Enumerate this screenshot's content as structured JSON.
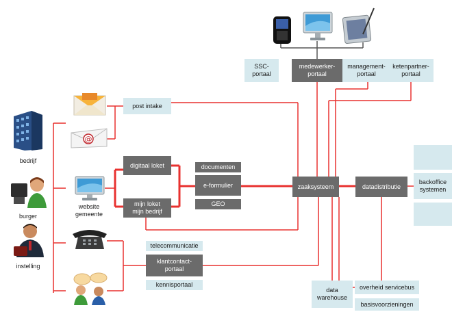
{
  "devices": {
    "phone": "smartphone-icon",
    "monitor": "monitor-icon",
    "tablet": "tablet-pen-icon"
  },
  "portals": {
    "ssc": "SSC-\nportaal",
    "medewerker": "medewerker-\nportaal",
    "management": "management-\nportaal",
    "ketenpartner": "ketenpartner-\nportaal"
  },
  "actors": {
    "bedrijf": "bedrijf",
    "burger": "burger",
    "instelling": "instelling"
  },
  "channels": {
    "website": "website\ngemeente"
  },
  "boxes": {
    "post_intake": "post intake",
    "digitaal_loket": "digitaal loket",
    "mijn_loket": "mijn loket\nmijn bedrijf",
    "documenten": "documenten",
    "e_formulier": "e-formulier",
    "geo": "GEO",
    "zaaksysteem": "zaaksysteem",
    "datadistributie": "datadistributie",
    "backoffice": "backoffice\nsystemen",
    "telecommunicatie": "telecommunicatie",
    "klantcontact": "klantcontact-\nportaal",
    "kennisportaal": "kennisportaal",
    "data_warehouse": "data\nwarehouse",
    "overheid_servicebus": "overheid servicebus",
    "basisvoorzieningen": "basisvoorzieningen"
  },
  "colors": {
    "line_red": "#e8312f",
    "box_dark": "#6b6b6b",
    "box_light": "#d6e9ee",
    "connector_gray": "#555555"
  }
}
